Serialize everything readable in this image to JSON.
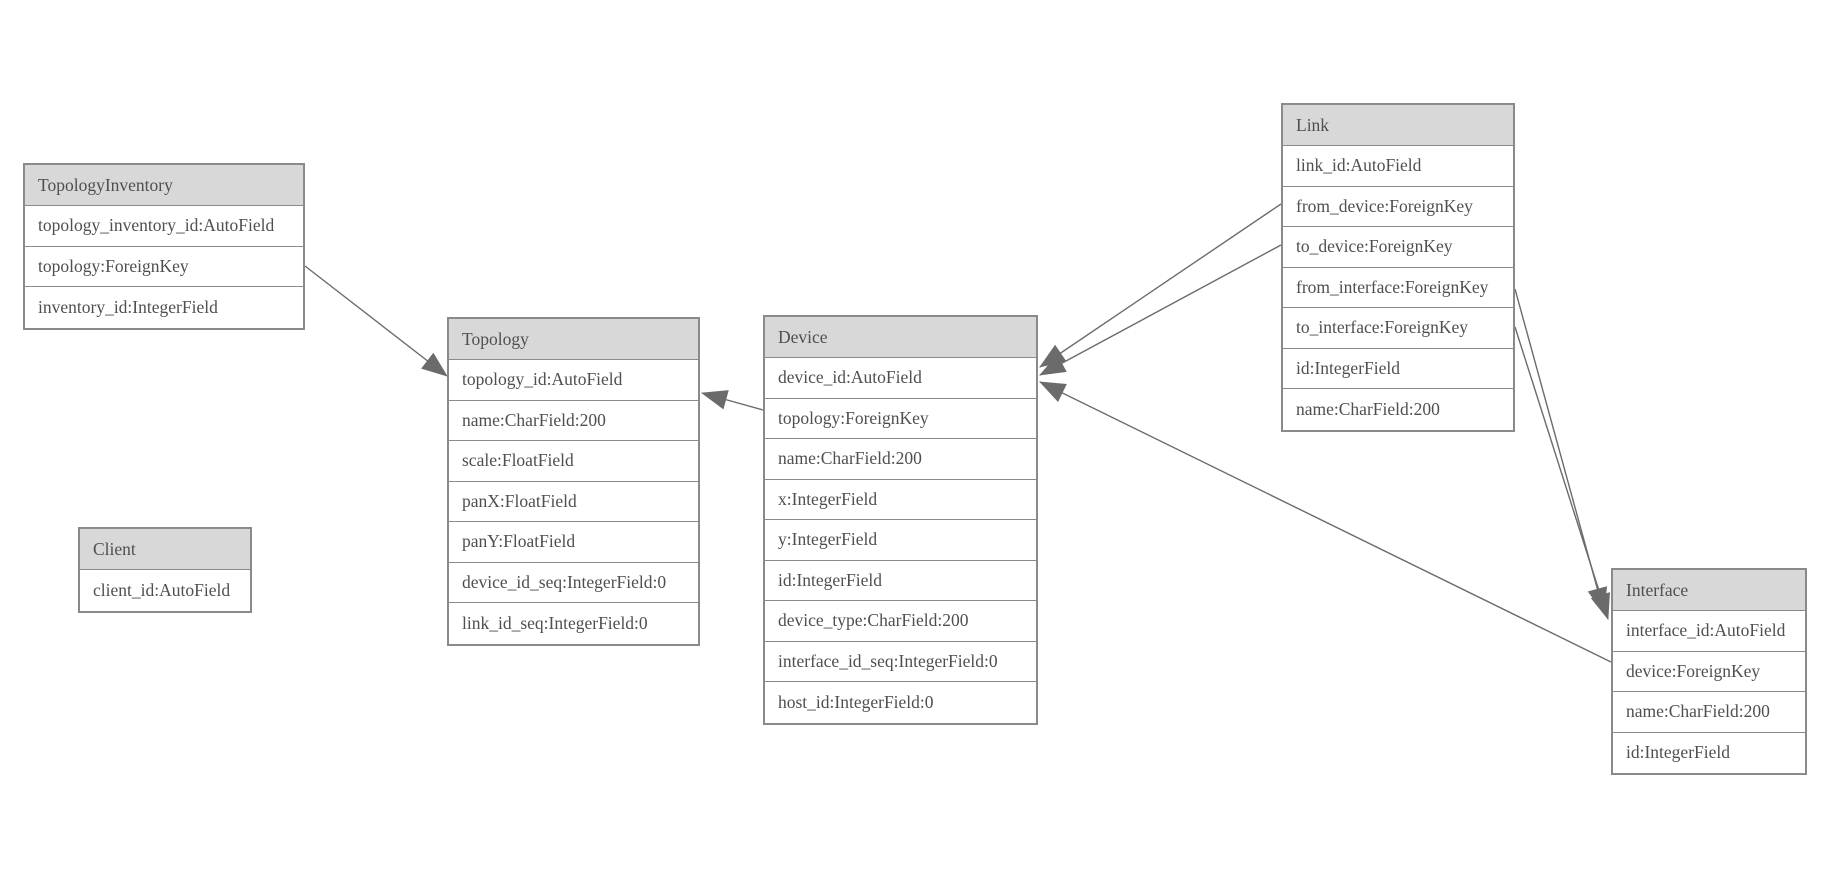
{
  "diagram": {
    "type": "entity-relationship",
    "colors": {
      "background": "#ffffff",
      "node_border": "#8a8a8a",
      "header_fill": "#d8d8d8",
      "text": "#4f4f4f",
      "edge": "#6b6b6b"
    },
    "entities": [
      {
        "name": "TopologyInventory",
        "fields": [
          "topology_inventory_id:AutoField",
          "topology:ForeignKey",
          "inventory_id:IntegerField"
        ]
      },
      {
        "name": "Topology",
        "fields": [
          "topology_id:AutoField",
          "name:CharField:200",
          "scale:FloatField",
          "panX:FloatField",
          "panY:FloatField",
          "device_id_seq:IntegerField:0",
          "link_id_seq:IntegerField:0"
        ]
      },
      {
        "name": "Client",
        "fields": [
          "client_id:AutoField"
        ]
      },
      {
        "name": "Device",
        "fields": [
          "device_id:AutoField",
          "topology:ForeignKey",
          "name:CharField:200",
          "x:IntegerField",
          "y:IntegerField",
          "id:IntegerField",
          "device_type:CharField:200",
          "interface_id_seq:IntegerField:0",
          "host_id:IntegerField:0"
        ]
      },
      {
        "name": "Link",
        "fields": [
          "link_id:AutoField",
          "from_device:ForeignKey",
          "to_device:ForeignKey",
          "from_interface:ForeignKey",
          "to_interface:ForeignKey",
          "id:IntegerField",
          "name:CharField:200"
        ]
      },
      {
        "name": "Interface",
        "fields": [
          "interface_id:AutoField",
          "device:ForeignKey",
          "name:CharField:200",
          "id:IntegerField"
        ]
      }
    ],
    "relationships": [
      {
        "from": "TopologyInventory.topology",
        "to": "Topology"
      },
      {
        "from": "Device.topology",
        "to": "Topology"
      },
      {
        "from": "Link.from_device",
        "to": "Device"
      },
      {
        "from": "Link.to_device",
        "to": "Device"
      },
      {
        "from": "Link.from_interface",
        "to": "Interface"
      },
      {
        "from": "Link.to_interface",
        "to": "Interface"
      },
      {
        "from": "Interface.device",
        "to": "Device"
      }
    ]
  }
}
